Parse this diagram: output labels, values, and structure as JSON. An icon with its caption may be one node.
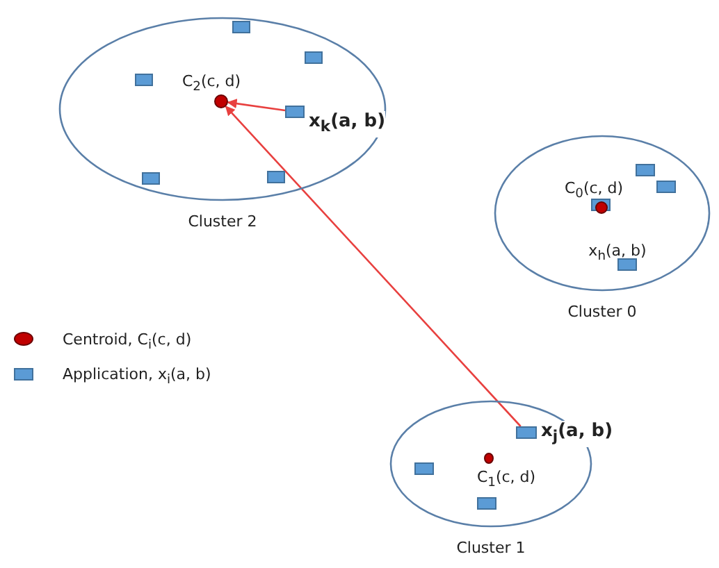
{
  "diagram": {
    "nodes": [
      {
        "text": [
          "Cluster 2"
        ]
      },
      {
        "text": [],
        "shape": "box",
        "in": 0
      },
      {
        "text": [],
        "shape": "box",
        "in": 0
      },
      {
        "text": [],
        "shape": "box",
        "in": 0
      },
      {
        "text": [],
        "shape": "circle",
        "in": 0,
        "beside": [
          "C$_{2}$(c, d)"
        ]
      },
      {
        "text": [],
        "shape": "box",
        "in": 0,
        "beside": [
          "x$_{k}$(a, b)"
        ]
      },
      {
        "text": [],
        "shape": "box",
        "in": 0
      },
      {
        "text": [],
        "shape": "box",
        "in": 0
      },
      {
        "text": [
          "Cluster 0"
        ]
      },
      {
        "text": [],
        "shape": "box",
        "in": 8
      },
      {
        "text": [],
        "shape": "box",
        "in": 8
      },
      {
        "text": [],
        "shape": "box",
        "in": 8
      },
      {
        "text": [],
        "shape": "circle",
        "in": 11,
        "beside": [
          "C$_{0}$(c, d)"
        ]
      },
      {
        "text": [],
        "shape": "box",
        "in": 8,
        "beside": [
          "x$_{h}$(a, b)"
        ]
      },
      {
        "text": [
          "Cluster 1"
        ]
      },
      {
        "text": [],
        "shape": "box",
        "in": 14,
        "beside": [
          "x$_{j}$(a, b)"
        ]
      },
      {
        "text": [],
        "shape": "circle",
        "in": 14,
        "beside": [
          "C$_{1}$(c, d)"
        ]
      },
      {
        "text": [],
        "shape": "box",
        "in": 14
      },
      {
        "text": [],
        "shape": "box",
        "in": 14
      }
    ],
    "edges": [
      {
        "from": 5,
        "to": 4,
        "arrow": "to"
      },
      {
        "from": 15,
        "to": 4,
        "arrow": "to"
      }
    ],
    "legend": [
      {
        "text": "Centroid, C$_{i}$(c, d)"
      },
      {
        "text": "Application, x$_{i}$(a, b)"
      }
    ]
  }
}
